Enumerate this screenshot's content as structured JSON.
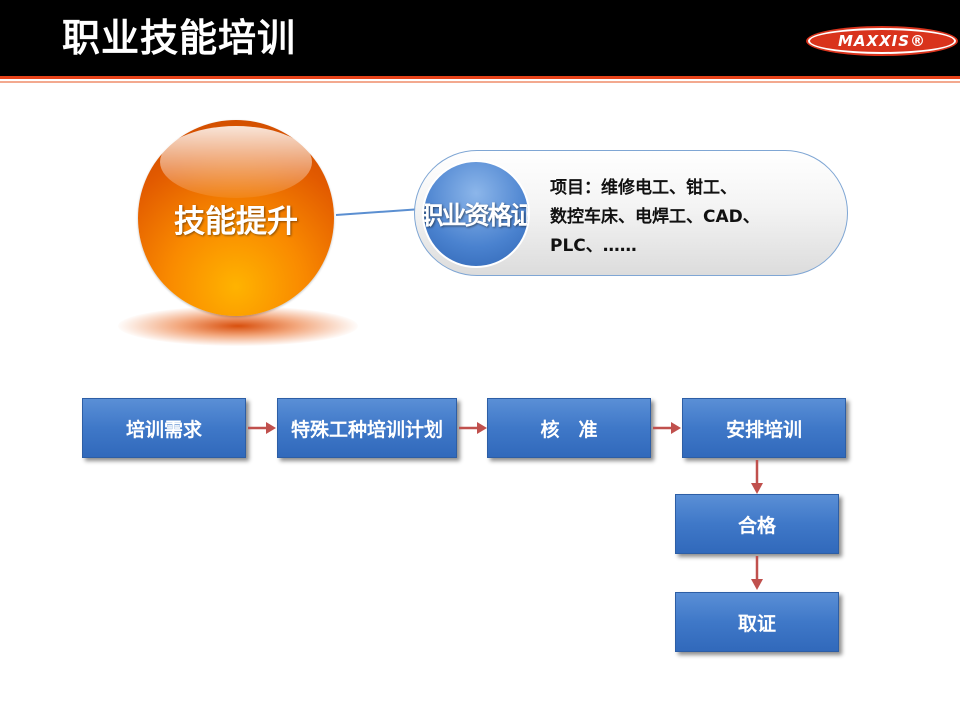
{
  "header": {
    "title": "职业技能培训",
    "logo_text": "MAXXIS®"
  },
  "diagram": {
    "main_circle": "技能提升",
    "cert_circle": "职业资格证",
    "cert_lines": [
      "项目：维修电工、钳工、",
      "数控车床、电焊工、CAD、",
      "PLC、……"
    ],
    "flow": {
      "step1": "培训需求",
      "step2": "特殊工种培训计划",
      "step3": "核　准",
      "step4": "安排培训",
      "step5": "合格",
      "step6": "取证"
    }
  },
  "colors": {
    "header_bg": "#000000",
    "accent": "#e8431a",
    "box_blue": "#3f78c8",
    "orb_orange": "#f98a00",
    "arrow_red": "#c0504d"
  }
}
